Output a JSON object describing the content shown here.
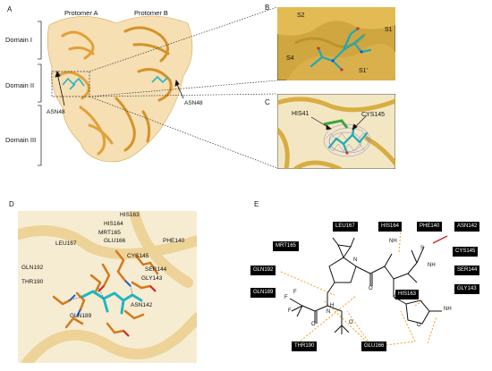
{
  "panels": {
    "A": {
      "letter": "A",
      "protomer_a": "Protomer A",
      "protomer_b": "Protomer B",
      "domain_1": "Domain I",
      "domain_2": "Domain II",
      "domain_3": "Domain III",
      "asn48_left": "ASN48",
      "asn48_right": "ASN48"
    },
    "B": {
      "letter": "B",
      "subsites": [
        "S2",
        "S1",
        "S4",
        "S1'"
      ]
    },
    "C": {
      "letter": "C",
      "his41": "HIS41",
      "cys145": "CYS145"
    },
    "D": {
      "letter": "D",
      "residues": [
        "HIS163",
        "HIS164",
        "MRT165",
        "GLU166",
        "LEU167",
        "PHE140",
        "CYS145",
        "SER144",
        "GLY143",
        "GLN192",
        "THR190",
        "GLN189",
        "ASN142"
      ]
    },
    "E": {
      "letter": "E",
      "tags": [
        "LEU167",
        "HIS164",
        "PHE140",
        "ASN142",
        "MRT165",
        "CYS145",
        "GLN192",
        "SER144",
        "GLY143",
        "GLN189",
        "HIS163",
        "THR190",
        "GLU166"
      ],
      "atoms": [
        "N",
        "NH",
        "S",
        "NH",
        "F",
        "F",
        "F",
        "H",
        "N",
        "O",
        "O",
        "O",
        "O",
        "O",
        "NH"
      ]
    }
  },
  "colors": {
    "protein": "#e3a33a",
    "protein_dark": "#b87a15",
    "surface": "#e8bf55",
    "ligand": "#27b8c4",
    "hbond": "#f0a020",
    "covalent": "#c62828"
  }
}
